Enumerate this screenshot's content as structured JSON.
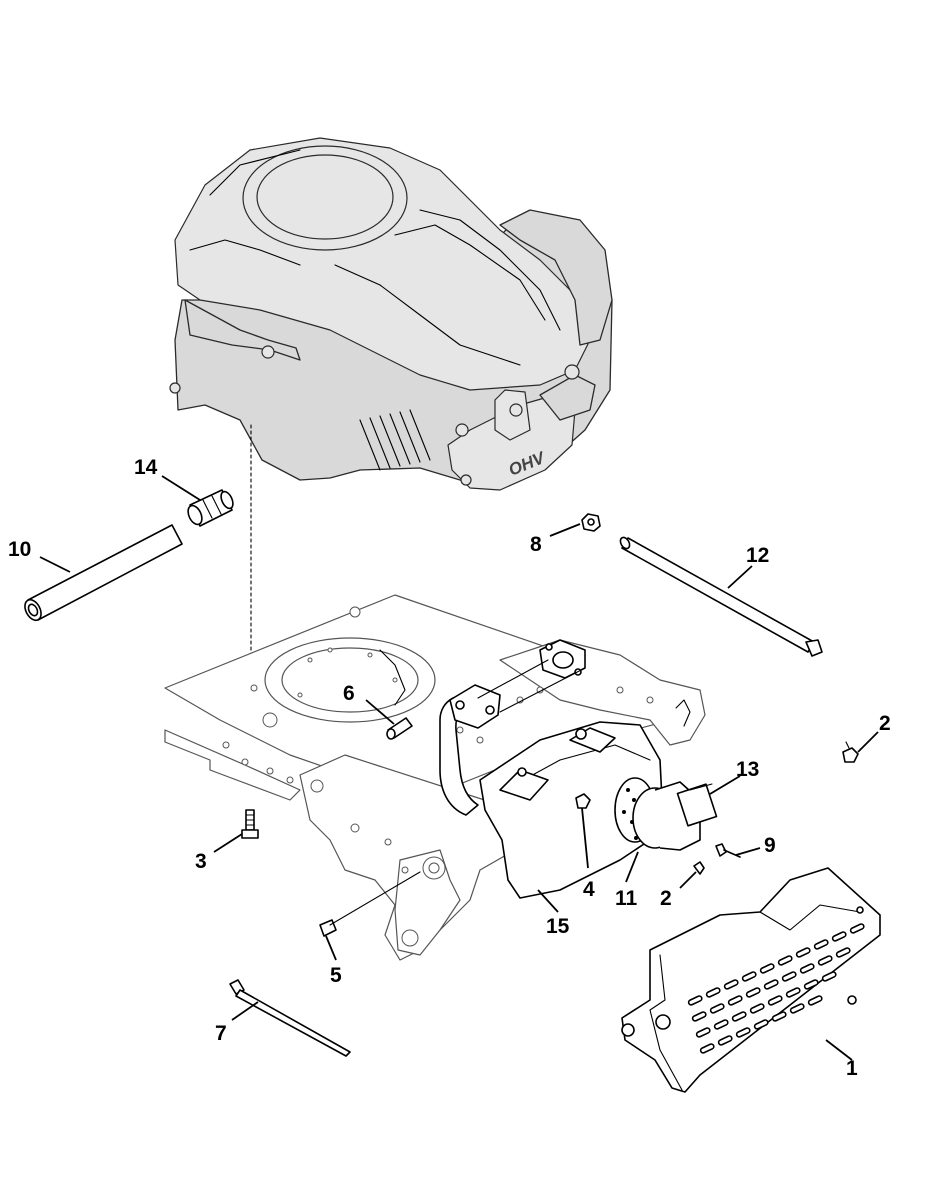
{
  "engine_label": "OHV",
  "callouts": [
    {
      "id": "c1",
      "label": "1"
    },
    {
      "id": "c2a",
      "label": "2"
    },
    {
      "id": "c2b",
      "label": "2"
    },
    {
      "id": "c3",
      "label": "3"
    },
    {
      "id": "c4",
      "label": "4"
    },
    {
      "id": "c5",
      "label": "5"
    },
    {
      "id": "c6",
      "label": "6"
    },
    {
      "id": "c7",
      "label": "7"
    },
    {
      "id": "c8",
      "label": "8"
    },
    {
      "id": "c9",
      "label": "9"
    },
    {
      "id": "c10",
      "label": "10"
    },
    {
      "id": "c11",
      "label": "11"
    },
    {
      "id": "c12",
      "label": "12"
    },
    {
      "id": "c13",
      "label": "13"
    },
    {
      "id": "c14",
      "label": "14"
    },
    {
      "id": "c15",
      "label": "15"
    }
  ]
}
